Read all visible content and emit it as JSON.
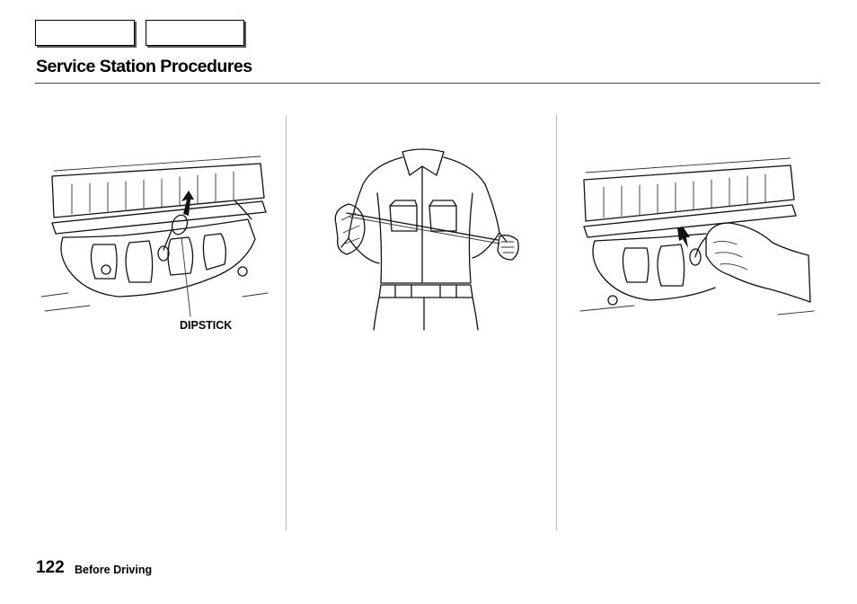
{
  "header": {
    "nav_tabs": [
      "",
      ""
    ],
    "page_title": "Service Station Procedures"
  },
  "figures": {
    "engine_dipstick": {
      "callout": "DIPSTICK"
    },
    "person_wiping_dipstick": {},
    "engine_insert_dipstick": {}
  },
  "footer": {
    "page_number": "122",
    "section": "Before Driving"
  }
}
